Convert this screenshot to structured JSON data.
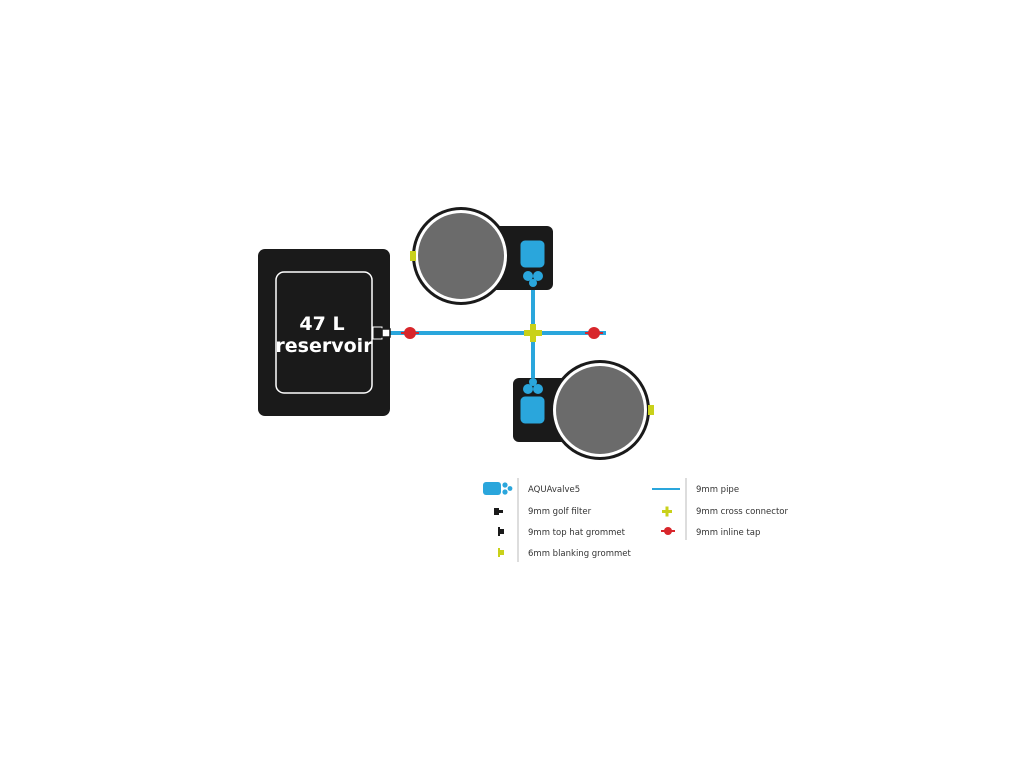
{
  "colors": {
    "pipe": "#2aa6dc",
    "module": "#1a1a1a",
    "pot": "#6b6b6b",
    "connector": "#c9d11a",
    "tap": "#d8262b",
    "valve": "#2aa6dc"
  },
  "reservoir": {
    "line1": "47 L",
    "line2": "reservoir"
  },
  "legend": {
    "left": [
      {
        "icon": "aquavalve-icon",
        "label": "AQUAvalve5"
      },
      {
        "icon": "golf-filter-icon",
        "label": "9mm golf filter"
      },
      {
        "icon": "top-hat-grommet-icon",
        "label": "9mm top hat grommet"
      },
      {
        "icon": "blanking-grommet-icon",
        "label": "6mm blanking grommet"
      }
    ],
    "right": [
      {
        "icon": "pipe-icon",
        "label": "9mm pipe"
      },
      {
        "icon": "cross-connector-icon",
        "label": "9mm cross connector"
      },
      {
        "icon": "inline-tap-icon",
        "label": "9mm inline tap"
      }
    ]
  }
}
